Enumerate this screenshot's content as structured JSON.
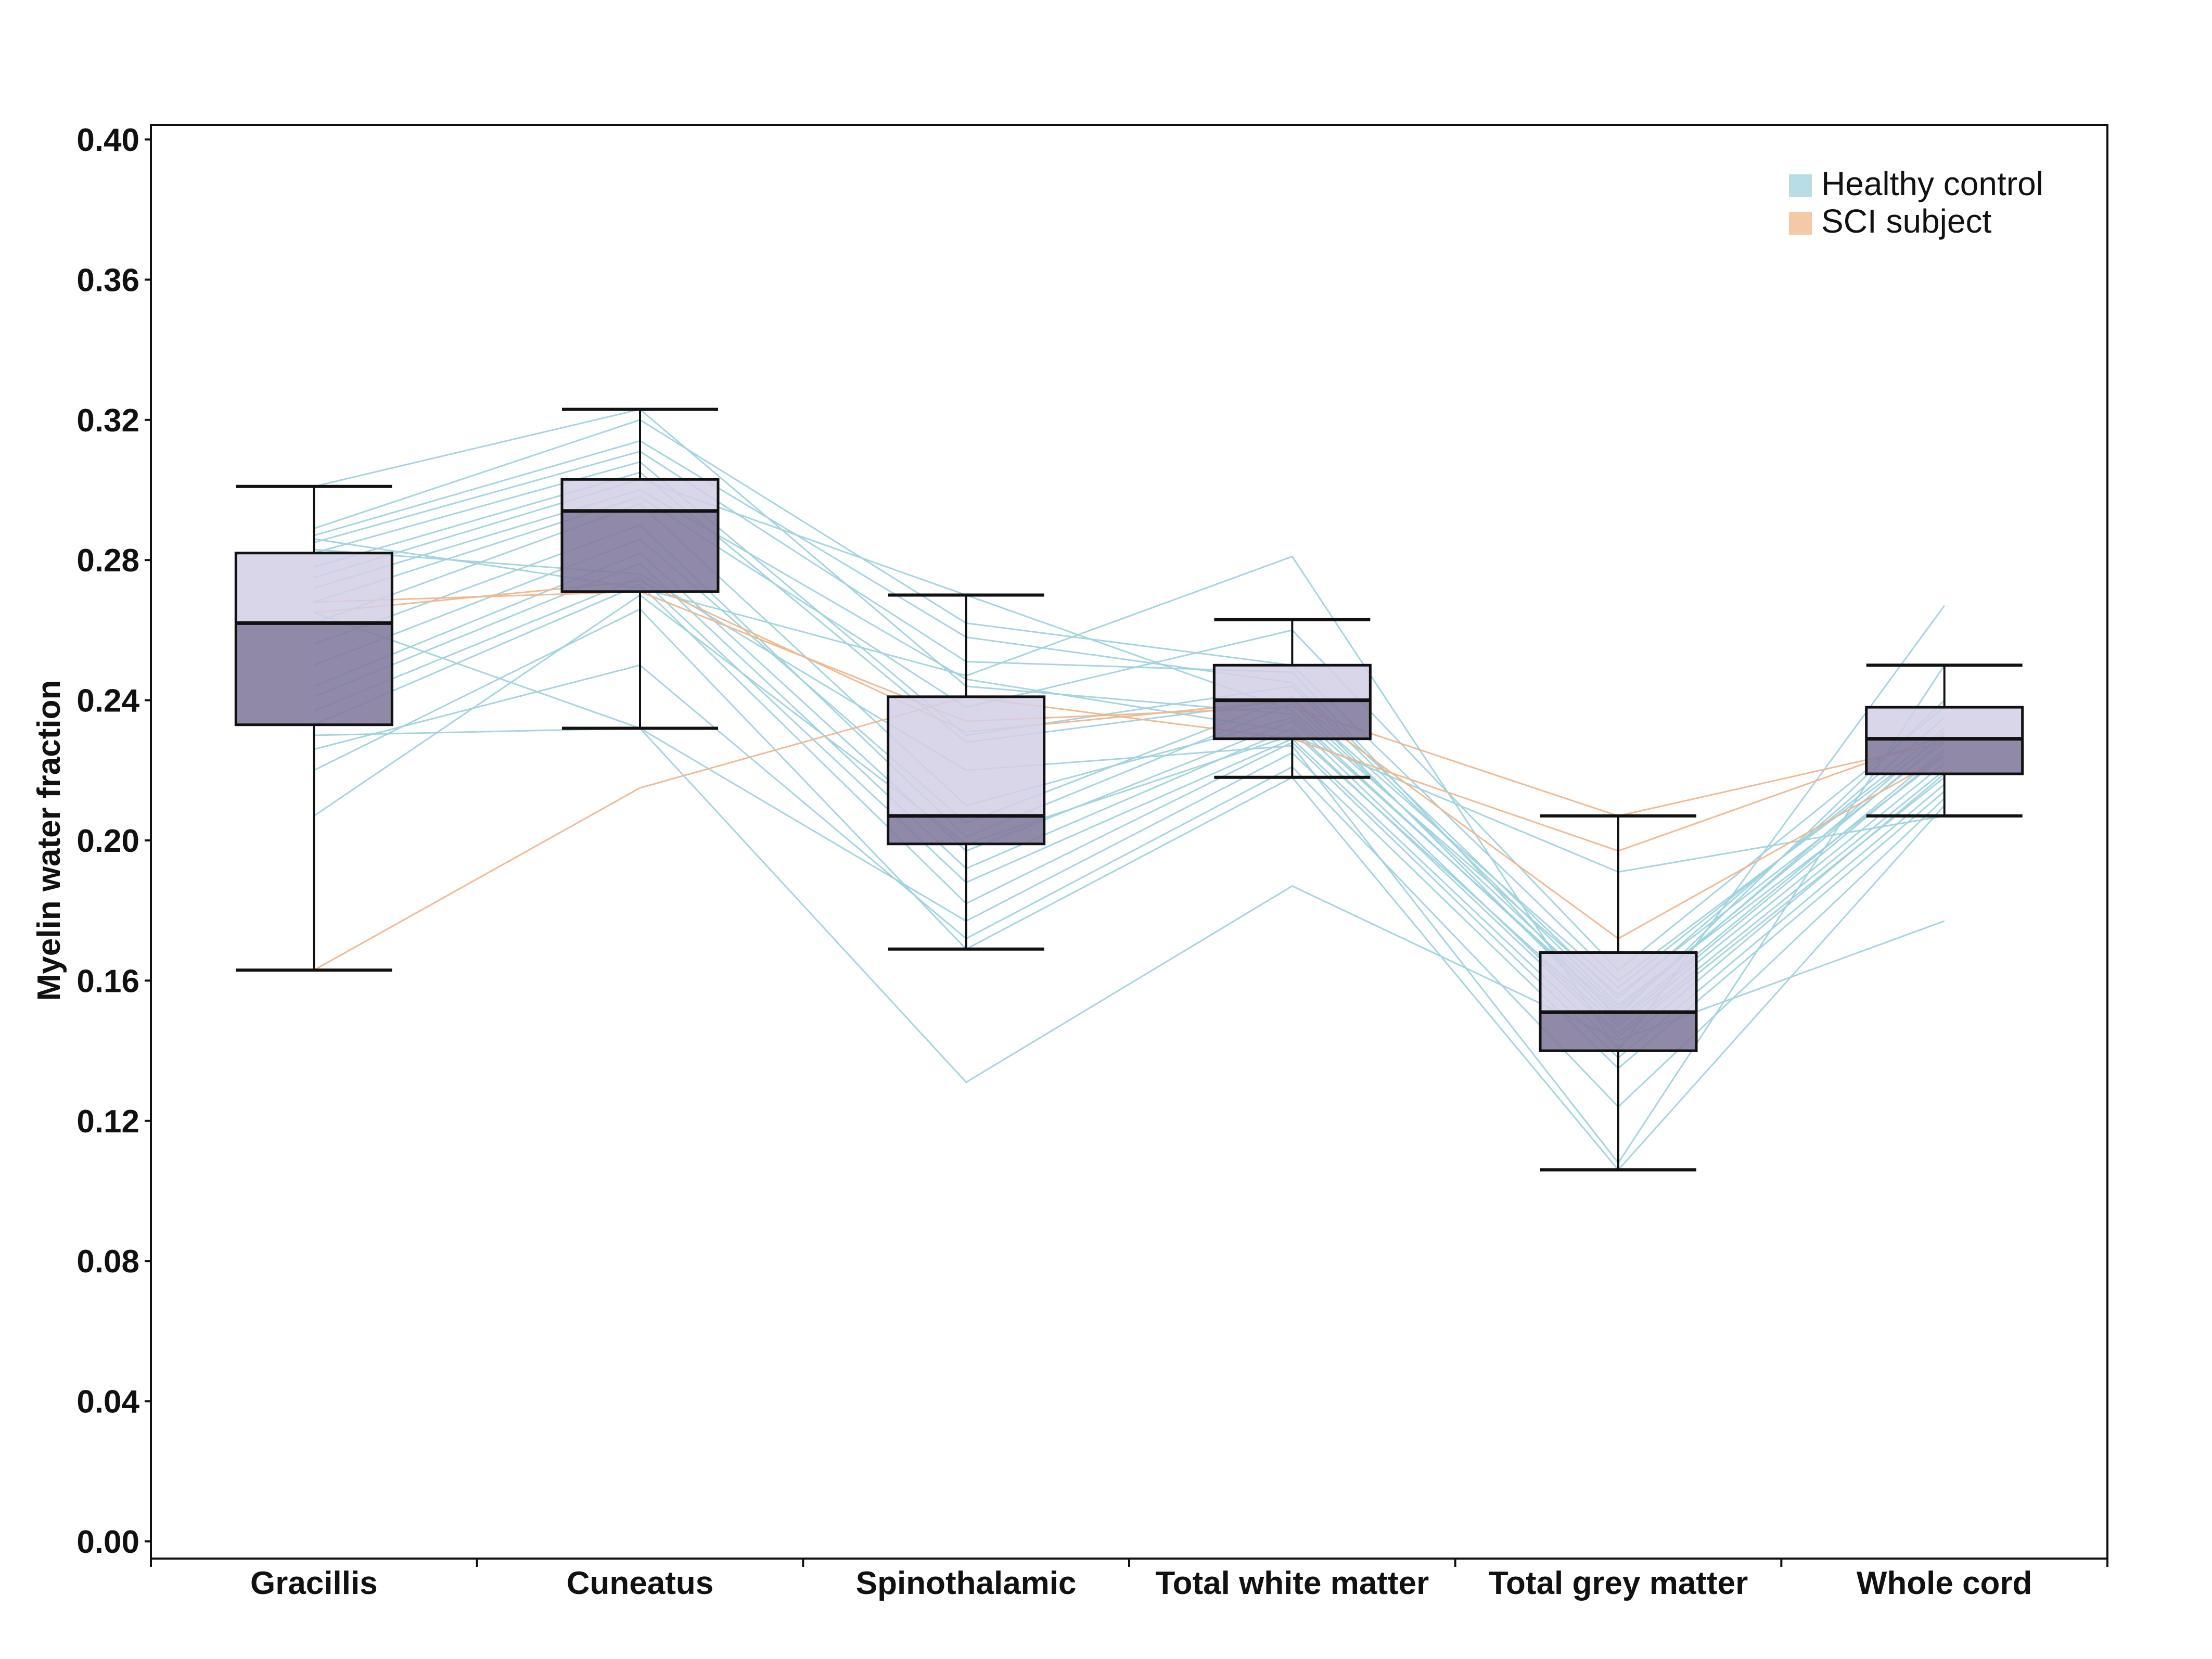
{
  "chart_data": {
    "type": "box",
    "ylabel": "Myelin water fraction",
    "xlabel": "",
    "ylim": [
      0,
      0.4
    ],
    "yticks": [
      "0.00",
      "0.04",
      "0.08",
      "0.12",
      "0.16",
      "0.20",
      "0.24",
      "0.28",
      "0.32",
      "0.36",
      "0.40"
    ],
    "categories": [
      "Gracillis",
      "Cuneatus",
      "Spinothalamic",
      "Total white matter",
      "Total grey matter",
      "Whole cord"
    ],
    "grid": false,
    "legend": {
      "position": "top-right",
      "entries": [
        {
          "label": "Healthy control",
          "color": "#b8dde6"
        },
        {
          "label": "SCI subject",
          "color": "#f3c9a6"
        }
      ]
    },
    "colors": {
      "box_upper": "#d4cfe6",
      "box_lower": "#847c9e",
      "control_line": "#9fd3df",
      "sci_line": "#f0b68c",
      "axis": "#111111"
    },
    "boxes": [
      {
        "category": "Gracillis",
        "whisker_low": 0.163,
        "q1": 0.233,
        "median": 0.262,
        "q3": 0.282,
        "whisker_high": 0.301
      },
      {
        "category": "Cuneatus",
        "whisker_low": 0.232,
        "q1": 0.271,
        "median": 0.294,
        "q3": 0.303,
        "whisker_high": 0.323
      },
      {
        "category": "Spinothalamic",
        "whisker_low": 0.169,
        "q1": 0.199,
        "median": 0.207,
        "q3": 0.241,
        "whisker_high": 0.27
      },
      {
        "category": "Total white matter",
        "whisker_low": 0.218,
        "q1": 0.229,
        "median": 0.24,
        "q3": 0.25,
        "whisker_high": 0.263
      },
      {
        "category": "Total grey matter",
        "whisker_low": 0.106,
        "q1": 0.14,
        "median": 0.151,
        "q3": 0.168,
        "whisker_high": 0.207
      },
      {
        "category": "Whole cord",
        "whisker_low": 0.207,
        "q1": 0.219,
        "median": 0.229,
        "q3": 0.238,
        "whisker_high": 0.25
      }
    ],
    "series": [
      {
        "group": "Healthy control",
        "values": [
          0.301,
          0.323,
          0.244,
          0.236,
          0.15,
          0.24
        ]
      },
      {
        "group": "Healthy control",
        "values": [
          0.289,
          0.32,
          0.262,
          0.25,
          0.16,
          0.23
        ]
      },
      {
        "group": "Healthy control",
        "values": [
          0.287,
          0.314,
          0.258,
          0.245,
          0.155,
          0.235
        ]
      },
      {
        "group": "Healthy control",
        "values": [
          0.285,
          0.311,
          0.251,
          0.248,
          0.149,
          0.226
        ]
      },
      {
        "group": "Healthy control",
        "values": [
          0.282,
          0.308,
          0.23,
          0.244,
          0.153,
          0.224
        ]
      },
      {
        "group": "Healthy control",
        "values": [
          0.278,
          0.305,
          0.228,
          0.24,
          0.158,
          0.232
        ]
      },
      {
        "group": "Healthy control",
        "values": [
          0.275,
          0.303,
          0.27,
          0.237,
          0.156,
          0.228
        ]
      },
      {
        "group": "Healthy control",
        "values": [
          0.272,
          0.3,
          0.246,
          0.231,
          0.147,
          0.222
        ]
      },
      {
        "group": "Healthy control",
        "values": [
          0.268,
          0.298,
          0.238,
          0.26,
          0.163,
          0.238
        ]
      },
      {
        "group": "Healthy control",
        "values": [
          0.262,
          0.296,
          0.21,
          0.235,
          0.151,
          0.231
        ]
      },
      {
        "group": "Healthy control",
        "values": [
          0.256,
          0.29,
          0.201,
          0.239,
          0.152,
          0.229
        ]
      },
      {
        "group": "Healthy control",
        "values": [
          0.25,
          0.286,
          0.205,
          0.241,
          0.148,
          0.225
        ]
      },
      {
        "group": "Healthy control",
        "values": [
          0.244,
          0.282,
          0.197,
          0.234,
          0.145,
          0.22
        ]
      },
      {
        "group": "Healthy control",
        "values": [
          0.241,
          0.279,
          0.192,
          0.232,
          0.144,
          0.218
        ]
      },
      {
        "group": "Healthy control",
        "values": [
          0.237,
          0.275,
          0.188,
          0.229,
          0.141,
          0.219
        ]
      },
      {
        "group": "Healthy control",
        "values": [
          0.233,
          0.273,
          0.182,
          0.228,
          0.138,
          0.216
        ]
      },
      {
        "group": "Healthy control",
        "values": [
          0.23,
          0.232,
          0.177,
          0.225,
          0.135,
          0.214
        ]
      },
      {
        "group": "Healthy control",
        "values": [
          0.226,
          0.25,
          0.172,
          0.221,
          0.124,
          0.212
        ]
      },
      {
        "group": "Healthy control",
        "values": [
          0.22,
          0.266,
          0.169,
          0.218,
          0.106,
          0.21
        ]
      },
      {
        "group": "Healthy control",
        "values": [
          0.207,
          0.27,
          0.199,
          0.23,
          0.191,
          0.207
        ]
      },
      {
        "group": "Healthy control",
        "values": [
          0.286,
          0.272,
          0.247,
          0.281,
          0.14,
          0.267
        ]
      },
      {
        "group": "Healthy control",
        "values": [
          0.283,
          0.276,
          0.22,
          0.227,
          0.108,
          0.25
        ]
      },
      {
        "group": "Healthy control",
        "values": [
          0.265,
          0.232,
          0.131,
          0.187,
          0.143,
          0.177
        ]
      },
      {
        "group": "SCI subject",
        "values": [
          0.163,
          0.215,
          0.241,
          0.229,
          0.197,
          0.23
        ]
      },
      {
        "group": "SCI subject",
        "values": [
          0.268,
          0.271,
          0.234,
          0.238,
          0.207,
          0.228
        ]
      },
      {
        "group": "SCI subject",
        "values": [
          0.265,
          0.274,
          0.231,
          0.24,
          0.172,
          0.224
        ]
      }
    ]
  }
}
